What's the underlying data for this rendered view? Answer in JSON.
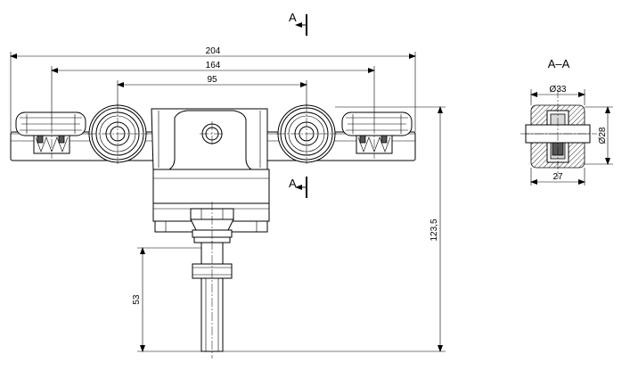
{
  "section_marker": "A",
  "section_title": "A–A",
  "dimensions": {
    "overall_width": "204",
    "mid_width": "164",
    "inner_width": "95",
    "total_height": "123,5",
    "bolt_length": "53",
    "wheel_outer_dia": "Ø33",
    "wheel_inner_dia": "Ø28",
    "wheel_width": "27"
  }
}
